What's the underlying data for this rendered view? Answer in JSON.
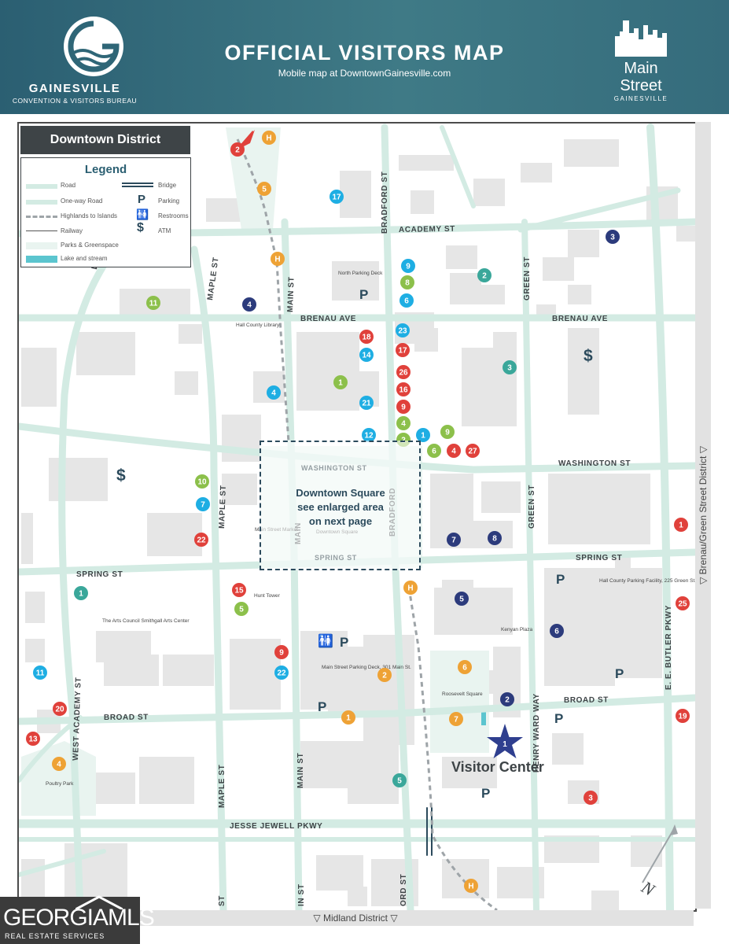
{
  "header": {
    "title": "OFFICIAL VISITORS MAP",
    "subtitle": "Mobile map at DowntownGainesville.com",
    "left_logo": {
      "name": "GAINESVILLE",
      "tagline": "CONVENTION & VISITORS BUREAU"
    },
    "right_logo": {
      "line1": "Main",
      "line2": "Street",
      "line3": "GAINESVILLE"
    }
  },
  "map": {
    "district_title": "Downtown District",
    "legend": {
      "title": "Legend",
      "items": [
        "Road",
        "Bridge",
        "One-way Road",
        "Parking",
        "Highlands to Islands",
        "Restrooms",
        "Railway",
        "ATM",
        "Parks & Greenspace",
        "Lake and stream"
      ]
    },
    "streets": {
      "academy": "ACADEMY ST",
      "brenau_w": "BRENAU AVE",
      "brenau_e": "BRENAU AVE",
      "washington_e": "WASHINGTON ST",
      "washington_sq": "WASHINGTON ST",
      "spring_w": "SPRING ST",
      "spring_sq": "SPRING ST",
      "spring_e": "SPRING ST",
      "broad_w": "BROAD ST",
      "broad_e": "BROAD ST",
      "jesse": "JESSE JEWELL PKWY",
      "west_academy_n": "WEST ACAD...",
      "west_academy_s": "WEST ACADEMY ST",
      "maple_n": "MAPLE ST",
      "maple_m": "MAPLE ST",
      "maple_s": "MAPLE ST",
      "maple_b": "ST",
      "main_n": "MAIN ST",
      "main_sq": "MAIN",
      "main_s": "MAIN ST",
      "main_b": "IN ST",
      "bradford_n": "BRADFORD ST",
      "bradford_sq": "BRADFORD",
      "bradford_b": "ORD ST",
      "green_n": "GREEN ST",
      "green_m": "GREEN ST",
      "henry_ward": "HENRY WARD WAY",
      "butler": "E. E. BUTLER PKWY"
    },
    "places": {
      "north_deck": "North Parking Deck",
      "library": "Hall County Library",
      "arts": "The Arts Council Smithgall Arts Center",
      "hunt": "Hunt Tower",
      "main_deck": "Main Street Parking Deck, 301 Main St.",
      "roosevelt": "Roosevelt Square",
      "kenyan": "Kenyan Plaza",
      "hall_facility": "Hall County Parking Facility, 225 Green St.",
      "poultry": "Poultry Park",
      "main_street_market": "Main Street Market",
      "downtown_square_ghost": "Downtown Square"
    },
    "square_box": {
      "line1": "Downtown Square",
      "line2": "see enlarged area",
      "line3": "on next page"
    },
    "visitor_center": "Visitor Center",
    "compass": "N",
    "markers": [
      {
        "n": "2",
        "c": "red"
      },
      {
        "n": "H",
        "c": "orange"
      },
      {
        "n": "5",
        "c": "orange"
      },
      {
        "n": "17",
        "c": "cyan"
      },
      {
        "n": "H",
        "c": "orange"
      },
      {
        "n": "3",
        "c": "navy"
      },
      {
        "n": "9",
        "c": "cyan"
      },
      {
        "n": "8",
        "c": "green"
      },
      {
        "n": "6",
        "c": "cyan"
      },
      {
        "n": "2",
        "c": "teal"
      },
      {
        "n": "11",
        "c": "green"
      },
      {
        "n": "4",
        "c": "navy"
      },
      {
        "n": "23",
        "c": "cyan"
      },
      {
        "n": "18",
        "c": "red"
      },
      {
        "n": "17",
        "c": "red"
      },
      {
        "n": "14",
        "c": "cyan"
      },
      {
        "n": "3",
        "c": "teal"
      },
      {
        "n": "26",
        "c": "red"
      },
      {
        "n": "1",
        "c": "green"
      },
      {
        "n": "16",
        "c": "red"
      },
      {
        "n": "4",
        "c": "cyan"
      },
      {
        "n": "21",
        "c": "cyan"
      },
      {
        "n": "9",
        "c": "red"
      },
      {
        "n": "4",
        "c": "green"
      },
      {
        "n": "12",
        "c": "cyan"
      },
      {
        "n": "2",
        "c": "green"
      },
      {
        "n": "1",
        "c": "cyan"
      },
      {
        "n": "9",
        "c": "green"
      },
      {
        "n": "6",
        "c": "green"
      },
      {
        "n": "4",
        "c": "red"
      },
      {
        "n": "27",
        "c": "red"
      },
      {
        "n": "10",
        "c": "green"
      },
      {
        "n": "7",
        "c": "cyan"
      },
      {
        "n": "22",
        "c": "red"
      },
      {
        "n": "7",
        "c": "navy"
      },
      {
        "n": "8",
        "c": "navy"
      },
      {
        "n": "1",
        "c": "red"
      },
      {
        "n": "1",
        "c": "teal"
      },
      {
        "n": "15",
        "c": "red"
      },
      {
        "n": "5",
        "c": "green"
      },
      {
        "n": "H",
        "c": "orange"
      },
      {
        "n": "5",
        "c": "navy"
      },
      {
        "n": "25",
        "c": "red"
      },
      {
        "n": "6",
        "c": "navy"
      },
      {
        "n": "9",
        "c": "red"
      },
      {
        "n": "22",
        "c": "cyan"
      },
      {
        "n": "2",
        "c": "orange"
      },
      {
        "n": "6",
        "c": "orange"
      },
      {
        "n": "11",
        "c": "cyan"
      },
      {
        "n": "2",
        "c": "navy"
      },
      {
        "n": "20",
        "c": "red"
      },
      {
        "n": "19",
        "c": "red"
      },
      {
        "n": "13",
        "c": "red"
      },
      {
        "n": "1",
        "c": "orange"
      },
      {
        "n": "7",
        "c": "orange"
      },
      {
        "n": "4",
        "c": "orange"
      },
      {
        "n": "5",
        "c": "teal"
      },
      {
        "n": "3",
        "c": "red"
      },
      {
        "n": "H",
        "c": "orange"
      }
    ]
  },
  "colors": {
    "red": "#e0413b",
    "orange": "#eea235",
    "cyan": "#1eaee3",
    "navy": "#2c3b7c",
    "green": "#8cc04b",
    "teal": "#3aa79a",
    "road": "#d3ebe3",
    "header": "#2f6677",
    "star": "#2f3f8f"
  },
  "district_labels": {
    "bottom": "▽ Midland District ▽",
    "right": "▽ Brenau/Green Street District ▽"
  },
  "watermark": {
    "name": "GEORGIAMLS",
    "sub": "REAL ESTATE SERVICES"
  }
}
